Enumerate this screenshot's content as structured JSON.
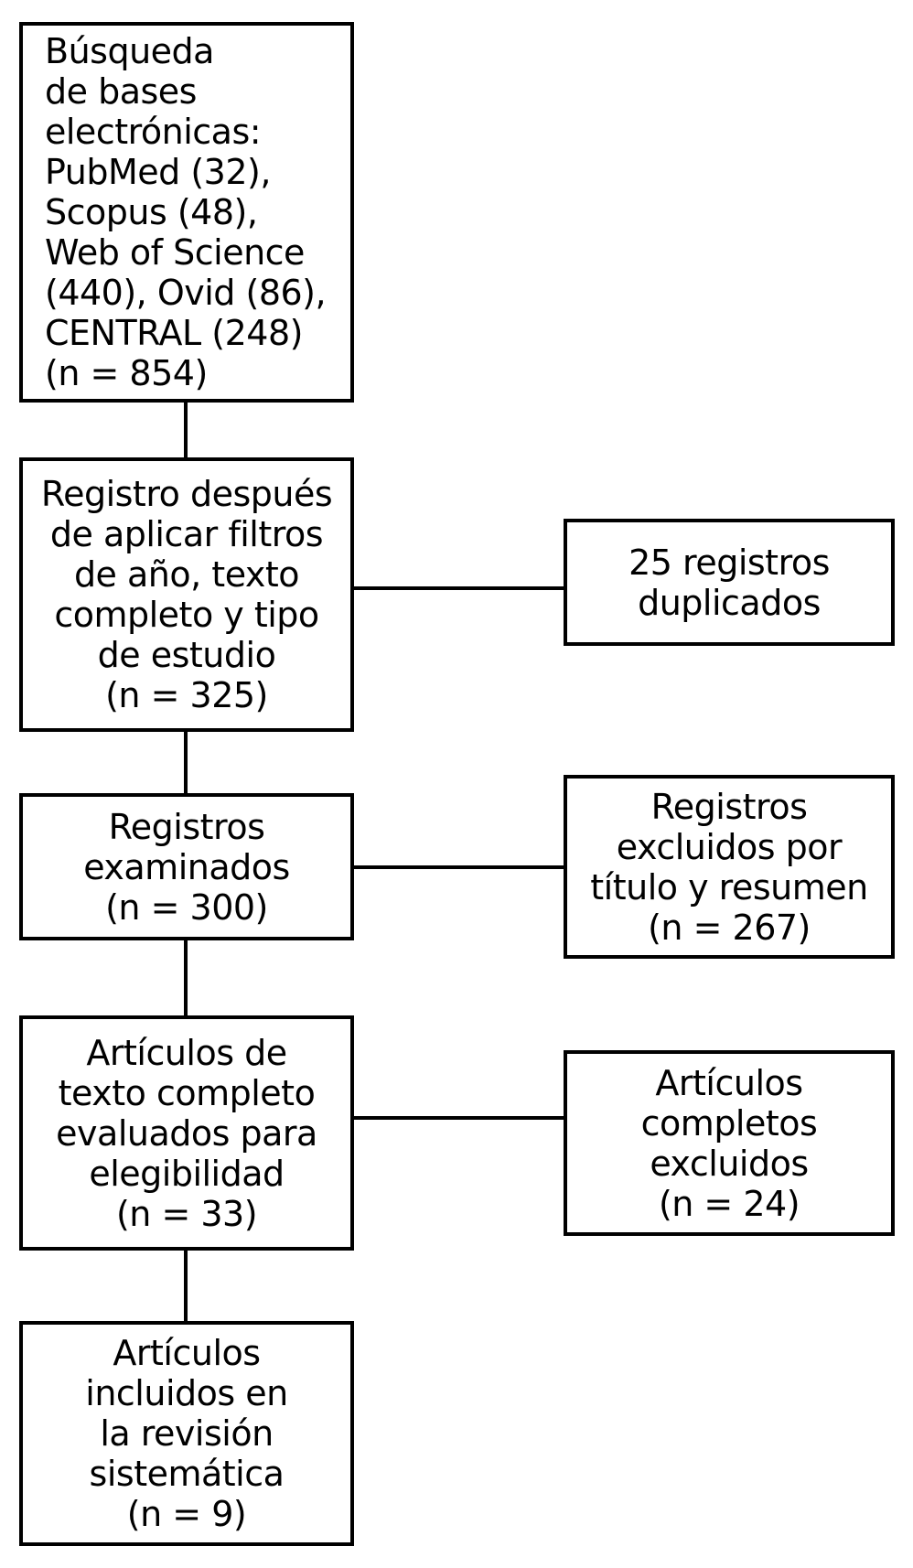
{
  "flowchart": {
    "colors": {
      "background": "#ffffff",
      "box_border": "#000000",
      "text": "#000000"
    },
    "main_column": [
      {
        "name": "search",
        "text": "Búsqueda\nde bases\nelectrónicas:\nPubMed (32),\nScopus (48),\nWeb of Science\n(440), Ovid (86),\nCENTRAL (248)\n(n = 854)"
      },
      {
        "name": "filtered",
        "text": "Registro después\nde aplicar filtros\nde año, texto\ncompleto y tipo\nde estudio\n(n = 325)"
      },
      {
        "name": "screened",
        "text": "Registros\nexaminados\n(n = 300)"
      },
      {
        "name": "fulltext_assessed",
        "text": "Artículos de\ntexto completo\nevaluados para\nelegibilidad\n(n = 33)"
      },
      {
        "name": "included",
        "text": "Artículos\nincluidos en\nla revisión\nsistemática\n(n = 9)"
      }
    ],
    "side_column": [
      {
        "name": "duplicates",
        "text": "25 registros\nduplicados"
      },
      {
        "name": "excluded_title_abstract",
        "text": "Registros\nexcluidos por\ntítulo y resumen\n(n = 267)"
      },
      {
        "name": "excluded_fulltext",
        "text": "Artículos\ncompletos\nexcluidos\n(n = 24)"
      }
    ]
  }
}
